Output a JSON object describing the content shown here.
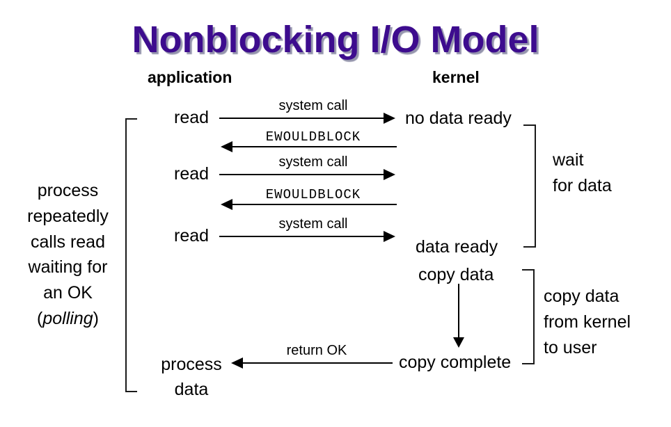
{
  "title": "Nonblocking I/O Model",
  "column_headers": {
    "application": "application",
    "kernel": "kernel"
  },
  "left_note": {
    "line1": "process",
    "line2": "repeatedly",
    "line3": "calls read",
    "line4": "waiting for",
    "line5": "an OK",
    "line6_open": "(",
    "line6_italic": "polling",
    "line6_close": ")"
  },
  "application_column": {
    "read1": "read",
    "read2": "read",
    "read3": "read",
    "process_line1": "process",
    "process_line2": "data"
  },
  "kernel_column": {
    "no_data_ready": "no data ready",
    "data_ready": "data ready",
    "copy_data": "copy data",
    "copy_complete": "copy complete"
  },
  "arrow_labels": {
    "system_call_1": "system call",
    "ewouldblock_1": "EWOULDBLOCK",
    "system_call_2": "system call",
    "ewouldblock_2": "EWOULDBLOCK",
    "system_call_3": "system call",
    "return_ok": "return OK"
  },
  "side_annotations": {
    "wait_line1": "wait",
    "wait_line2": "for data",
    "copy_line1": "copy data",
    "copy_line2": "from kernel",
    "copy_line3": "to user"
  },
  "colors": {
    "title": "#3D0C8E",
    "title_shadow": "#9595AD",
    "ink": "#000000"
  }
}
